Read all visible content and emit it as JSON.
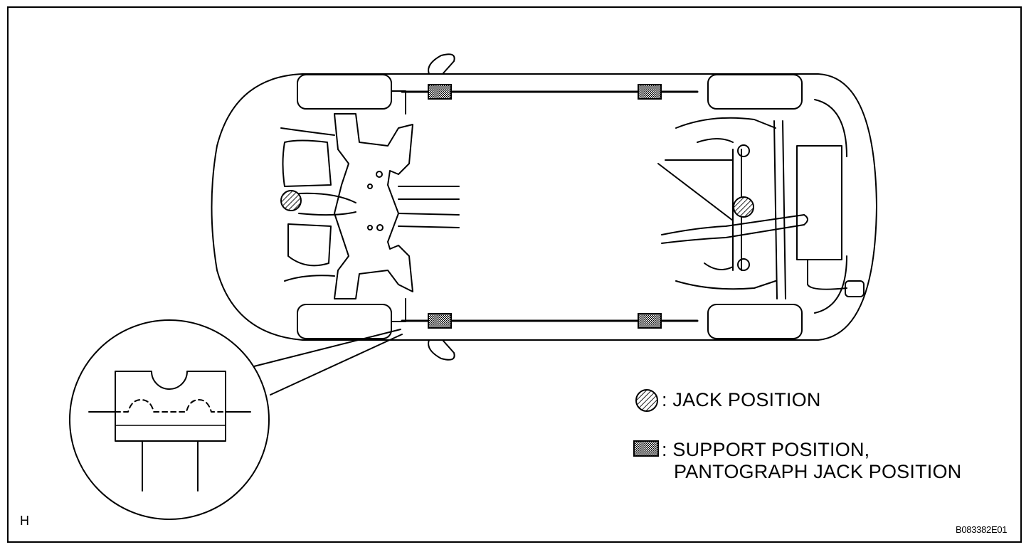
{
  "legend": {
    "jack": {
      "icon": "jack-position-icon",
      "text": ": JACK POSITION"
    },
    "support": {
      "icon": "support-position-icon",
      "line1": ": SUPPORT POSITION,",
      "line2": "PANTOGRAPH JACK POSITION"
    }
  },
  "corner_letter": "H",
  "figure_code": "B083382E01",
  "colors": {
    "ink": "#000000",
    "background": "#ffffff"
  }
}
